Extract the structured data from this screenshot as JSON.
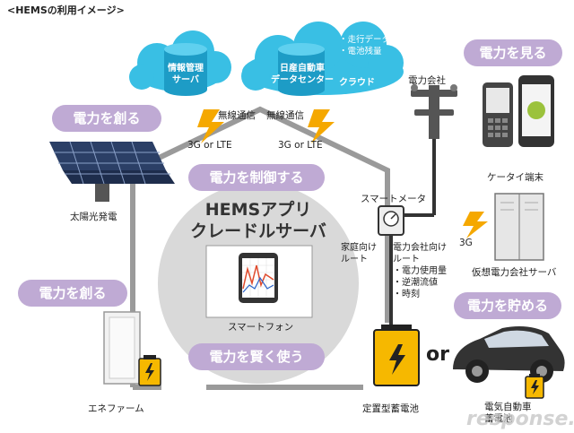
{
  "header": "<HEMSの利用イメージ>",
  "badges": {
    "create_solar": "電力を創る",
    "create_enefarm": "電力を創る",
    "control": "電力を制御する",
    "smart_use": "電力を賢く使う",
    "see": "電力を見る",
    "store": "電力を貯める"
  },
  "clouds": {
    "info_server": [
      "情報管理",
      "サーバ"
    ],
    "nissan_dc": [
      "日産自動車",
      "データセンター"
    ],
    "cloud_label": "クラウド",
    "bullets": [
      "・走行データ",
      "・電池残量"
    ]
  },
  "links": {
    "wireless_1": "無線通信",
    "wireless_2": "無線通信",
    "network_1": "3G or LTE",
    "network_2": "3G or LTE",
    "network_3": "3G"
  },
  "center": {
    "title_line1": "HEMSアプリ",
    "title_line2": "クレードルサーバ",
    "smartphone": "スマートフォン"
  },
  "devices": {
    "power_company": "電力会社",
    "smart_meter": "スマートメータ",
    "home_route": [
      "家庭向け",
      "ルート"
    ],
    "company_route": [
      "電力会社向け",
      "ルート"
    ],
    "company_route_items": [
      "・電力使用量",
      "・逆潮流値",
      "・時刻"
    ],
    "mobile": "ケータイ端末",
    "virtual_server": "仮想電力会社サーバ",
    "solar": "太陽光発電",
    "enefarm": "エネファーム",
    "battery": "定置型蓄電池",
    "or": "or",
    "ev": [
      "電気自動車",
      "蓄電池"
    ]
  },
  "watermark": "response.",
  "colors": {
    "badge": "#bfaad4",
    "cloud": "#39bfe4",
    "house_line": "#9a9a9a",
    "lightning": "#f5a800",
    "battery": "#f6b800"
  }
}
